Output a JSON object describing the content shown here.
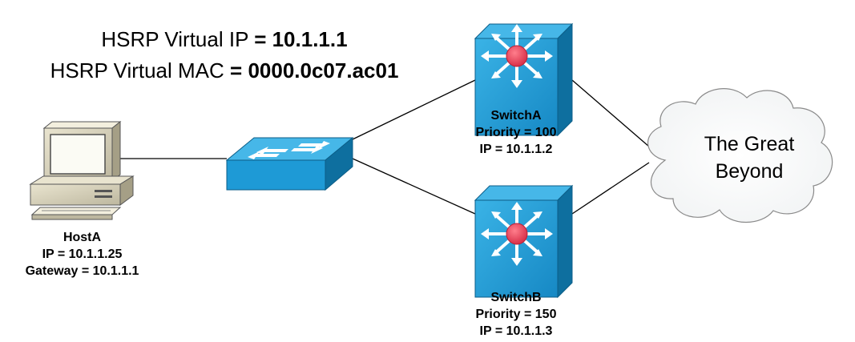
{
  "header": {
    "vip_label": "HSRP Virtual IP",
    "vip_value": "= 10.1.1.1",
    "vmac_label": "HSRP Virtual MAC",
    "vmac_value": "= 0000.0c07.ac01"
  },
  "host": {
    "name": "HostA",
    "ip": "IP = 10.1.1.25",
    "gateway": "Gateway = 10.1.1.1"
  },
  "switch_a": {
    "name": "SwitchA",
    "priority": "Priority = 100",
    "ip": "IP = 10.1.1.2"
  },
  "switch_b": {
    "name": "SwitchB",
    "priority": "Priority = 150",
    "ip": "IP = 10.1.1.3"
  },
  "cloud": {
    "line1": "The Great",
    "line2": "Beyond"
  },
  "colors": {
    "device_blue": "#1e9ad6",
    "device_dark": "#0e6f9f",
    "router_dot": "#e8455a",
    "cloud_stroke": "#8a8a8a",
    "link": "#000000"
  }
}
